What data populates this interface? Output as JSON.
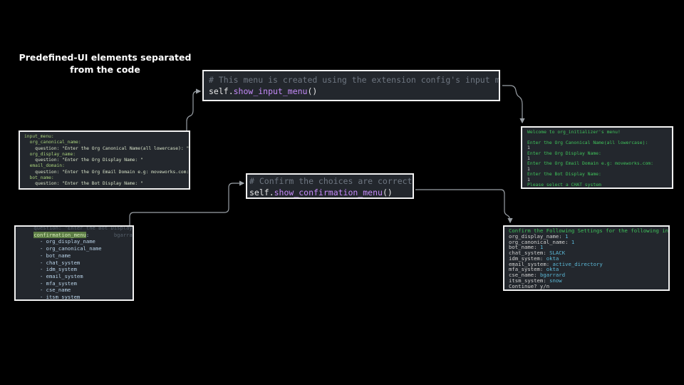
{
  "title": {
    "line1": "Predefined-UI elements separated",
    "line2": "from the code"
  },
  "input_menu_code": {
    "lines": [
      "input_menu:",
      "  org_canonical_name:",
      "    question: \"Enter the Org Canonical Name(all lowercase): \"",
      "  org_display_name:",
      "    question: \"Enter the Org Display Name: \"",
      "  email_domain:",
      "    question: \"Enter the Org Email Domain e.g: moveworks.com: \"",
      "  bot_name:",
      "    question: \"Enter the Bot Display Name: \""
    ]
  },
  "show_input_menu_code": {
    "comment": "# This menu is created using the extension config's input map",
    "self": "self.",
    "call": "show_input_menu",
    "parens": "()"
  },
  "show_confirmation_menu_code": {
    "comment": "# Confirm the choices are correct",
    "self": "self.",
    "call": "show_confirmation_menu",
    "parens": "()"
  },
  "confirmation_menu_code": {
    "partial_line": "    question: \"Enter the Bot Display",
    "key": "confirmation_menu",
    "colon": ":",
    "blame": "bgarrard-mov",
    "items": [
      "org_display_name",
      "org_canonical_name",
      "bot_name",
      "chat_system",
      "idm_system",
      "email_system",
      "mfa_system",
      "cse_name",
      "itsm_system"
    ]
  },
  "input_terminal": {
    "lines": [
      {
        "text": "Welcome to org_initializer's menu!",
        "type": "prompt"
      },
      {
        "text": " ",
        "type": "blank"
      },
      {
        "text": "Enter the Org Canonical Name(all lowercase):",
        "type": "prompt"
      },
      {
        "text": "1",
        "type": "input"
      },
      {
        "text": "Enter the Org Display Name:",
        "type": "prompt"
      },
      {
        "text": "1",
        "type": "input"
      },
      {
        "text": "Enter the Org Email Domain e.g: moveworks.com:",
        "type": "prompt"
      },
      {
        "text": "1",
        "type": "input"
      },
      {
        "text": "Enter the Bot Display Name:",
        "type": "prompt"
      },
      {
        "text": "1",
        "type": "input"
      },
      {
        "text": "Please select a CHAT system",
        "type": "prompt"
      }
    ]
  },
  "confirmation_terminal": {
    "header": "Confirm the Following Settings for the following inputs.",
    "settings": [
      {
        "key": "org_display_name:",
        "value": "1"
      },
      {
        "key": "org_canonical_name:",
        "value": "1"
      },
      {
        "key": "bot_name:",
        "value": "1"
      },
      {
        "key": "chat_system:",
        "value": "SLACK"
      },
      {
        "key": "idm_system:",
        "value": "okta"
      },
      {
        "key": "email_system:",
        "value": "active_directory"
      },
      {
        "key": "mfa_system:",
        "value": "okta"
      },
      {
        "key": "cse_name:",
        "value": "bgarrard"
      },
      {
        "key": "itsm_system:",
        "value": "snow"
      }
    ],
    "footer": "Continue? y/n"
  },
  "colors": {
    "background": "#000000",
    "panel": "#23272d",
    "terminal_green": "#3fc25a",
    "function_purple": "#c58af9",
    "connector": "#9aa0a6"
  }
}
